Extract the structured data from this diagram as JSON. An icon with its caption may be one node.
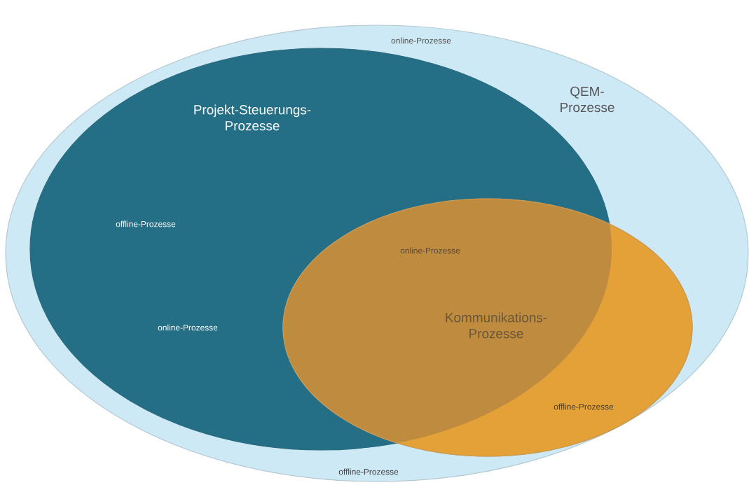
{
  "diagram": {
    "nodes": [
      {
        "text": [
          "online-Prozesse",
          "QEM- Prozesse",
          "offline-Prozesse"
        ]
      },
      {
        "text": [
          "Projekt-Steuerungs- Prozesse",
          "offline-Prozesse",
          "online-Prozesse"
        ],
        "in": 0
      },
      {
        "text": [
          "online-Prozesse",
          "Kommunikations- Prozesse",
          "offline-Prozesse"
        ],
        "in": 0
      }
    ]
  }
}
